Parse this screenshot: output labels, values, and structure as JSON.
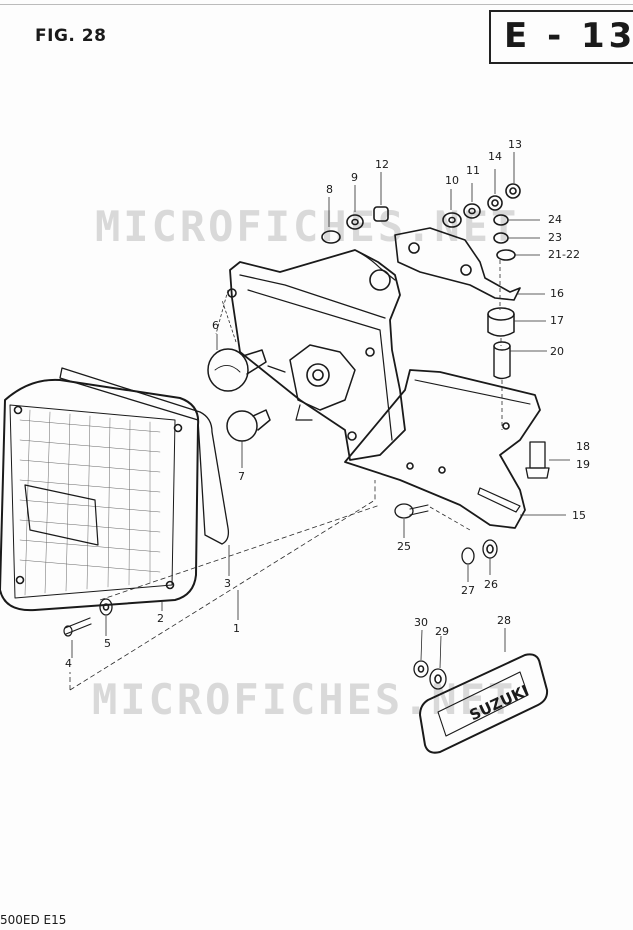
{
  "figure": {
    "label": "FIG. 28",
    "section": "E - 13",
    "model": "500ED E15"
  },
  "watermark": "MICROFICHES.NET",
  "parts": {
    "p1": "1",
    "p2": "2",
    "p3": "3",
    "p4": "4",
    "p5": "5",
    "p6": "6",
    "p7": "7",
    "p8": "8",
    "p9": "9",
    "p10": "10",
    "p11": "11",
    "p12": "12",
    "p13": "13",
    "p14": "14",
    "p15": "15",
    "p16": "16",
    "p17": "17",
    "p18": "18",
    "p19": "19",
    "p20": "20",
    "p21_22": "21-22",
    "p23": "23",
    "p24": "24",
    "p25": "25",
    "p26": "26",
    "p27": "27",
    "p28": "28",
    "p29": "29",
    "p30": "30"
  },
  "emblem_text": "SUZUKI"
}
